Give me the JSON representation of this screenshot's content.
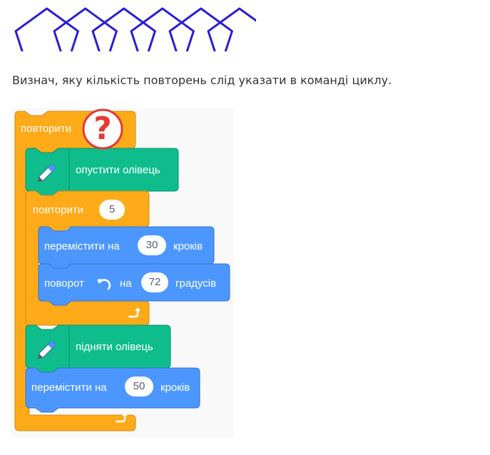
{
  "question": "Визнач, яку кількість повторень слід указати в команді циклу.",
  "pentagon_count": 6,
  "colors": {
    "pentagon_stroke": "#2a1fd0",
    "control": "#ffab19",
    "control_dark": "#cf8b17",
    "pen": "#0fbd8c",
    "pen_dark": "#0b8e69",
    "motion": "#4c97ff",
    "motion_dark": "#3373cc",
    "question_mark": "#e53935"
  },
  "program": {
    "outer_repeat": {
      "label": "повторити",
      "count": "?"
    },
    "pen_down": {
      "label": "опустити олівець",
      "icon": "pen-icon"
    },
    "inner_repeat": {
      "label": "повторити",
      "count": "5"
    },
    "move1": {
      "label": "перемістити на",
      "value": "30",
      "unit": "кроків"
    },
    "turn": {
      "label": "поворот",
      "icon": "rotate-left-icon",
      "on": "на",
      "value": "72",
      "unit": "градусів"
    },
    "pen_up": {
      "label": "підняти олівець",
      "icon": "pen-icon"
    },
    "move2": {
      "label": "перемістити на",
      "value": "50",
      "unit": "кроків"
    }
  }
}
